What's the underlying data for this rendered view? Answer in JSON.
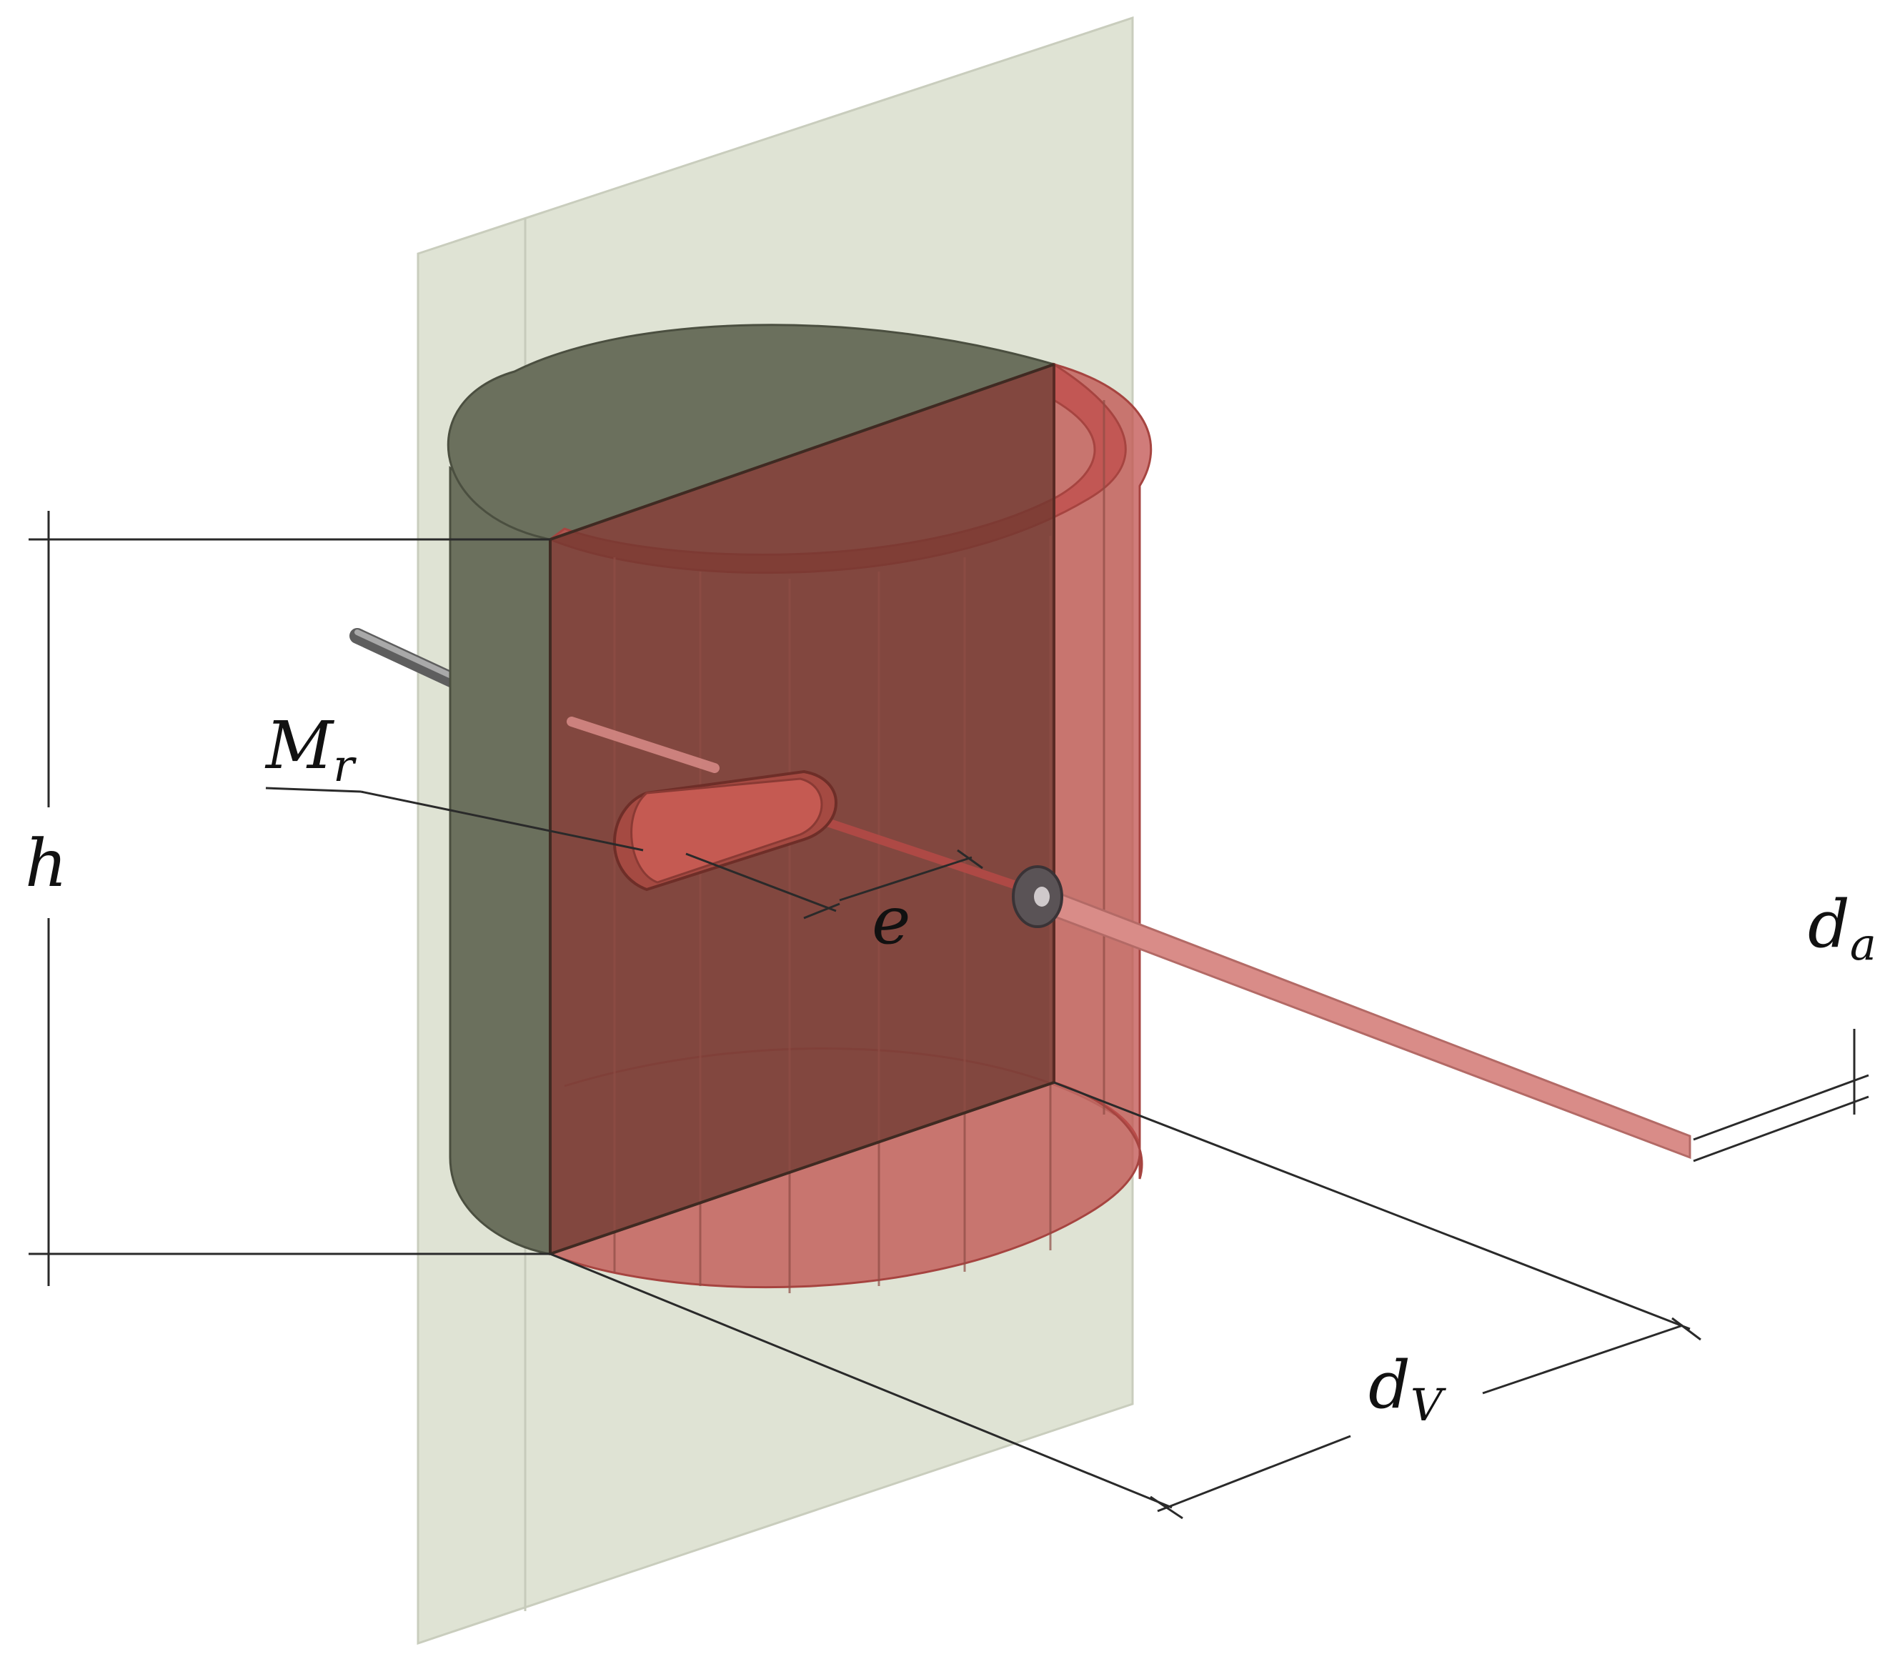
{
  "labels": {
    "h": {
      "main": "h",
      "sub": ""
    },
    "mr": {
      "main": "M",
      "sub": "r"
    },
    "e": {
      "main": "e",
      "sub": ""
    },
    "da": {
      "main": "d",
      "sub": "a"
    },
    "dv": {
      "main": "d",
      "sub": "V"
    }
  },
  "colors": {
    "plane": "#dfe3d4",
    "plane_edge": "#c9cdbd",
    "cylinder_dark": "#6b705d",
    "cylinder_dark_edge": "#4b4f40",
    "red_translucent": "#c0504d",
    "red_deep": "#7a3a32",
    "shaft": "#d98c88",
    "dimension_line": "#2a2a2a"
  }
}
